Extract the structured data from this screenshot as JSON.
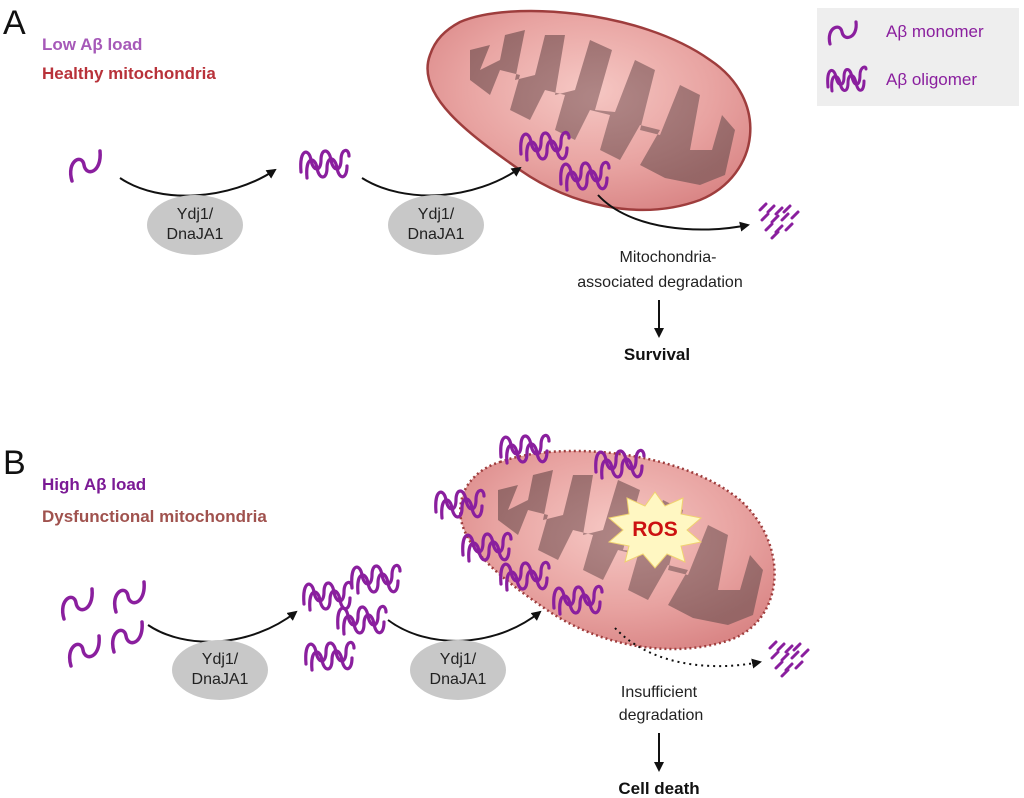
{
  "legend": {
    "monomer_label": "Aβ monomer",
    "oligomer_label": "Aβ oligomer"
  },
  "panel_a": {
    "letter": "A",
    "load_label": "Low Aβ load",
    "mito_label": "Healthy mitochondria",
    "chaperone_1": [
      "Ydj1/",
      "DnaJA1"
    ],
    "chaperone_2": [
      "Ydj1/",
      "DnaJA1"
    ],
    "process_note": [
      "Mitochondria-",
      "associated degradation"
    ],
    "outcome": "Survival"
  },
  "panel_b": {
    "letter": "B",
    "load_label": "High Aβ load",
    "mito_label": "Dysfunctional mitochondria",
    "chaperone_1": [
      "Ydj1/",
      "DnaJA1"
    ],
    "chaperone_2": [
      "Ydj1/",
      "DnaJA1"
    ],
    "ros_label": "ROS",
    "process_note": [
      "Insufficient",
      "degradation"
    ],
    "outcome": "Cell death"
  },
  "colors": {
    "abeta_purple": "#8a1f9e",
    "low_load_text": "#a659b8",
    "high_load_text": "#7b1a95",
    "healthy_mito_text": "#b8323a",
    "dysfunctional_mito_text": "#a0524e",
    "mito_fill": "#e39c9c",
    "mito_outline": "#9e3d3d",
    "mito_cristae": "#9a6a6a",
    "chaperone_oval": "#c8c8c8",
    "legend_box": "#eeeeee",
    "ros_burst": "#fff7c2",
    "ros_text": "#cc1111"
  }
}
